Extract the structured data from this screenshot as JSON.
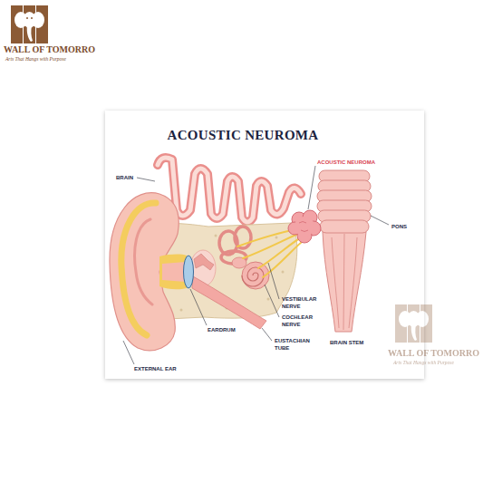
{
  "diagram": {
    "title": "ACOUSTIC NEUROMA",
    "labels": [
      "WALL OF TOMORRO",
      "Arts That Hangs with Purpose",
      "BRAIN",
      "ACOUSTIC NEUROMA",
      "PONS",
      "VESTIBULAR NERVE",
      "COCHLEAR NERVE",
      "EUSTACHIAN TUBE",
      "BRAIN STEM",
      "EARDRUM",
      "EXTERNAL EAR",
      "WALL OF TOMORRO",
      "Arts That Hangs with Purpose"
    ]
  }
}
